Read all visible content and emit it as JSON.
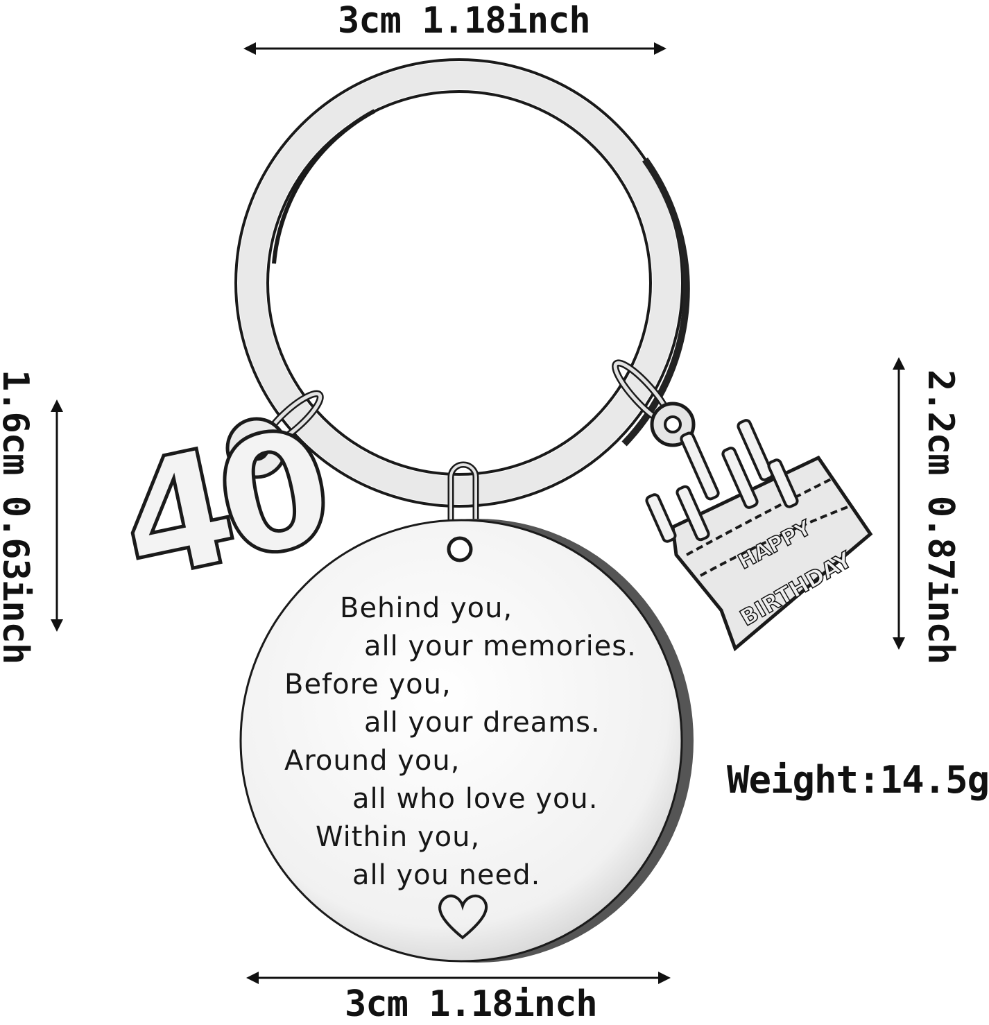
{
  "dimensions": {
    "ring_width": "3cm 1.18inch",
    "disc_width": "3cm 1.18inch",
    "number_charm_height": "1.6cm 0.63inch",
    "cake_charm_height": "2.2cm 0.87inch"
  },
  "weight": "Weight:14.5g",
  "number_charm": "40",
  "disc_lines": [
    "Behind you,",
    "all your memories.",
    "Before you,",
    "all your dreams.",
    "Around you,",
    "all who love you.",
    "Within you,",
    "all you need."
  ],
  "cake_charm": {
    "line1": "HAPPY",
    "line2": "BIRTHDAY"
  },
  "colors": {
    "metal": "#e9e9e9",
    "outline": "#1a1a1a",
    "background": "#ffffff"
  }
}
